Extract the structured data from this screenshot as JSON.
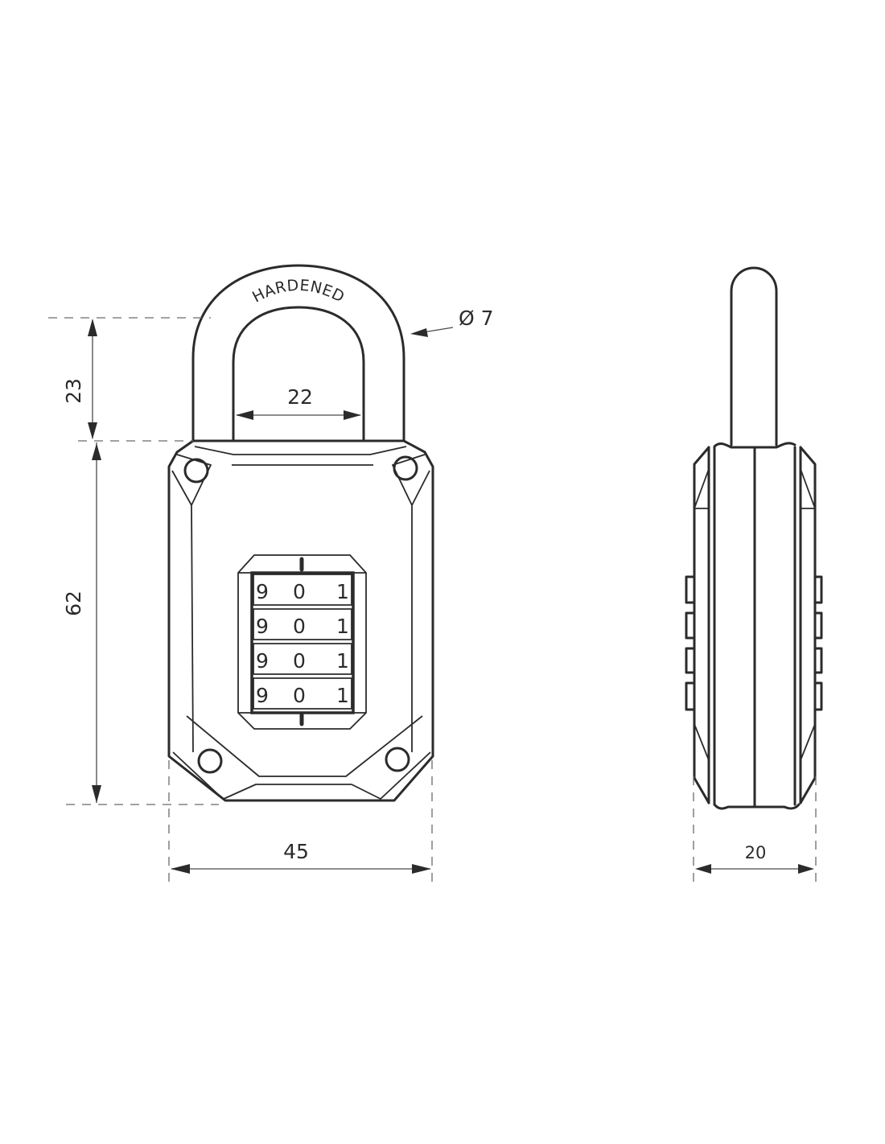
{
  "drawing": {
    "title": "Combination padlock technical drawing",
    "stroke_color": "#2b2b2b",
    "background": "#ffffff"
  },
  "front_view": {
    "shackle_stamp": "HARDENED",
    "dials": {
      "rows": [
        [
          "9",
          "0",
          "1"
        ],
        [
          "9",
          "0",
          "1"
        ],
        [
          "9",
          "0",
          "1"
        ],
        [
          "9",
          "0",
          "1"
        ]
      ]
    }
  },
  "dimensions": {
    "shackle_clearance": "23",
    "body_height": "62",
    "shackle_inner_width": "22",
    "shackle_diameter": "Ø 7",
    "body_width": "45",
    "body_depth": "20"
  }
}
